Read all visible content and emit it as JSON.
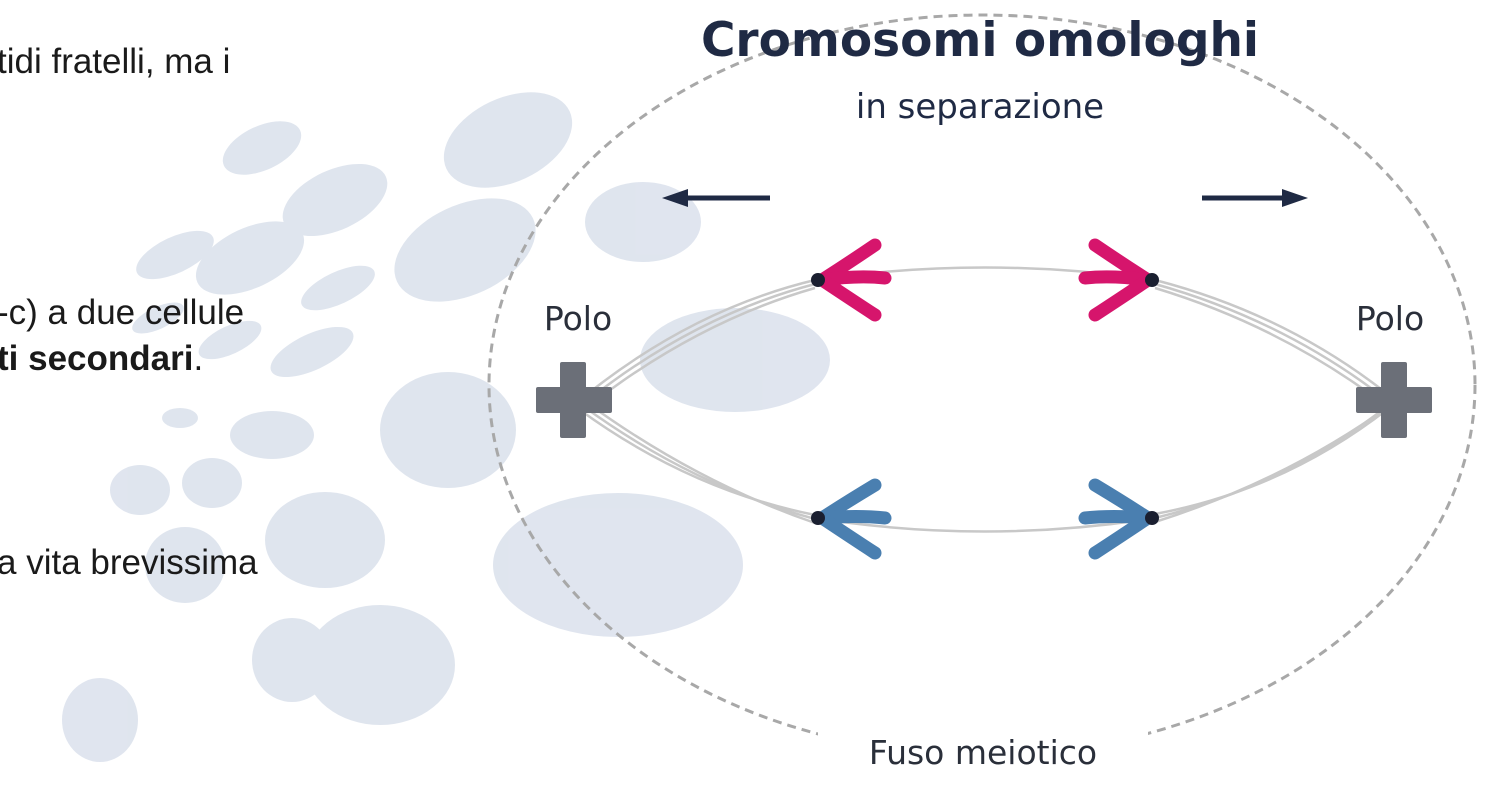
{
  "slide": {
    "line1": "tidi fratelli, ma i",
    "line2": "-c) a due cellule",
    "line3_bold": "ti secondari",
    "line3_tail": ".",
    "line4": "a vita brevissima"
  },
  "diagram": {
    "title": "Cromosomi omologhi",
    "subtitle": "in separazione",
    "pole_left": "Polo",
    "pole_right": "Polo",
    "spindle_label": "Fuso meiotico",
    "colors": {
      "title": "#1f2a44",
      "pair_top": "#d6156c",
      "pair_bottom": "#4a7fb0",
      "centrosome": "#6b6f78",
      "arrow": "#1f2a44",
      "spindle": "#c8c8c8",
      "boundary": "#a8a8a8"
    },
    "icons": [
      "arrow-left-icon",
      "arrow-right-icon",
      "centrosome-icon"
    ]
  }
}
